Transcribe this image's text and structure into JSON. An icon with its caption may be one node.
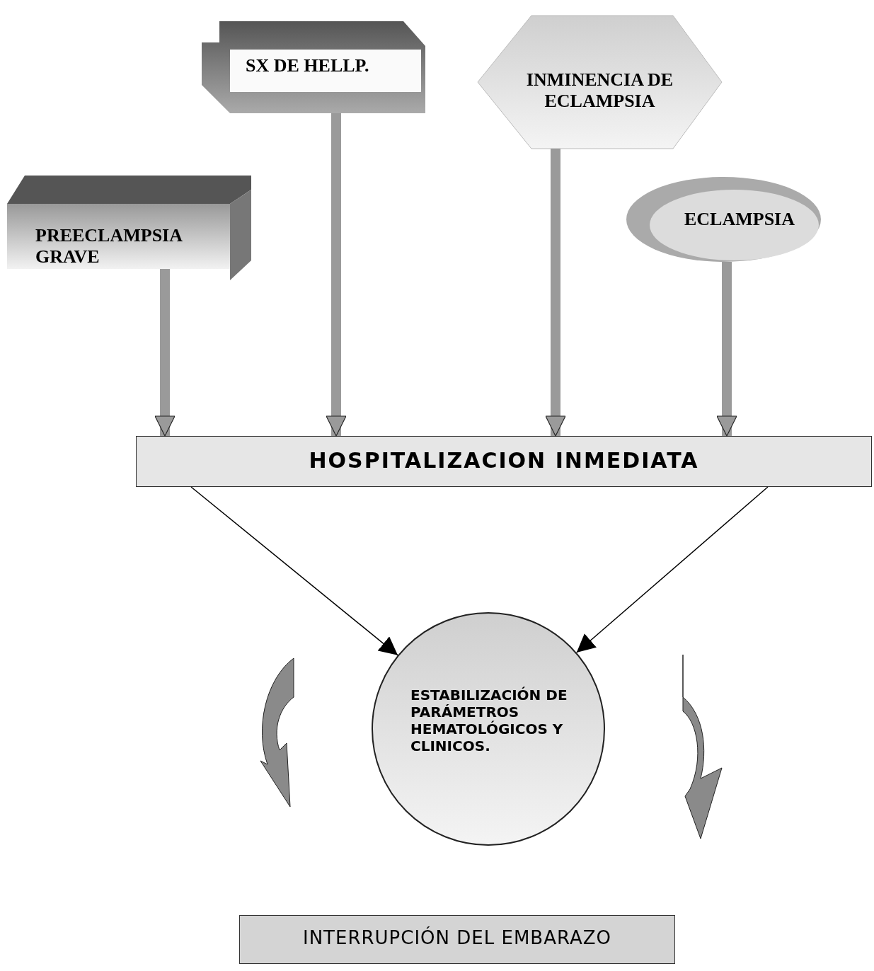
{
  "diagram": {
    "nodes": [
      {
        "text": [
          "SX  DE HELLP."
        ]
      },
      {
        "text": [
          "INMINENCIA DE ECLAMPSIA"
        ]
      },
      {
        "text": [
          "PREECLAMPSIA GRAVE"
        ]
      },
      {
        "text": [
          "ECLAMPSIA"
        ]
      },
      {
        "text": [
          "HOSPITALIZACION  INMEDIATA"
        ]
      },
      {
        "text": [
          "ESTABILIZACIÓN DE PARÁMETROS HEMATOLÓGICOS Y CLINICOS."
        ]
      },
      {
        "text": [
          "INTERRUPCIÓN  DEL  EMBARAZO"
        ]
      }
    ],
    "edges": [
      {
        "from": 0,
        "to": 4,
        "arrow": "to"
      },
      {
        "from": 1,
        "to": 4,
        "arrow": "to"
      },
      {
        "from": 2,
        "to": 4,
        "arrow": "to"
      },
      {
        "from": 3,
        "to": 4,
        "arrow": "to"
      },
      {
        "from": 4,
        "to": 5,
        "arrow": "to",
        "color": "#000000"
      },
      {
        "from": 4,
        "to": 5,
        "arrow": "to",
        "color": "#000000"
      }
    ]
  }
}
